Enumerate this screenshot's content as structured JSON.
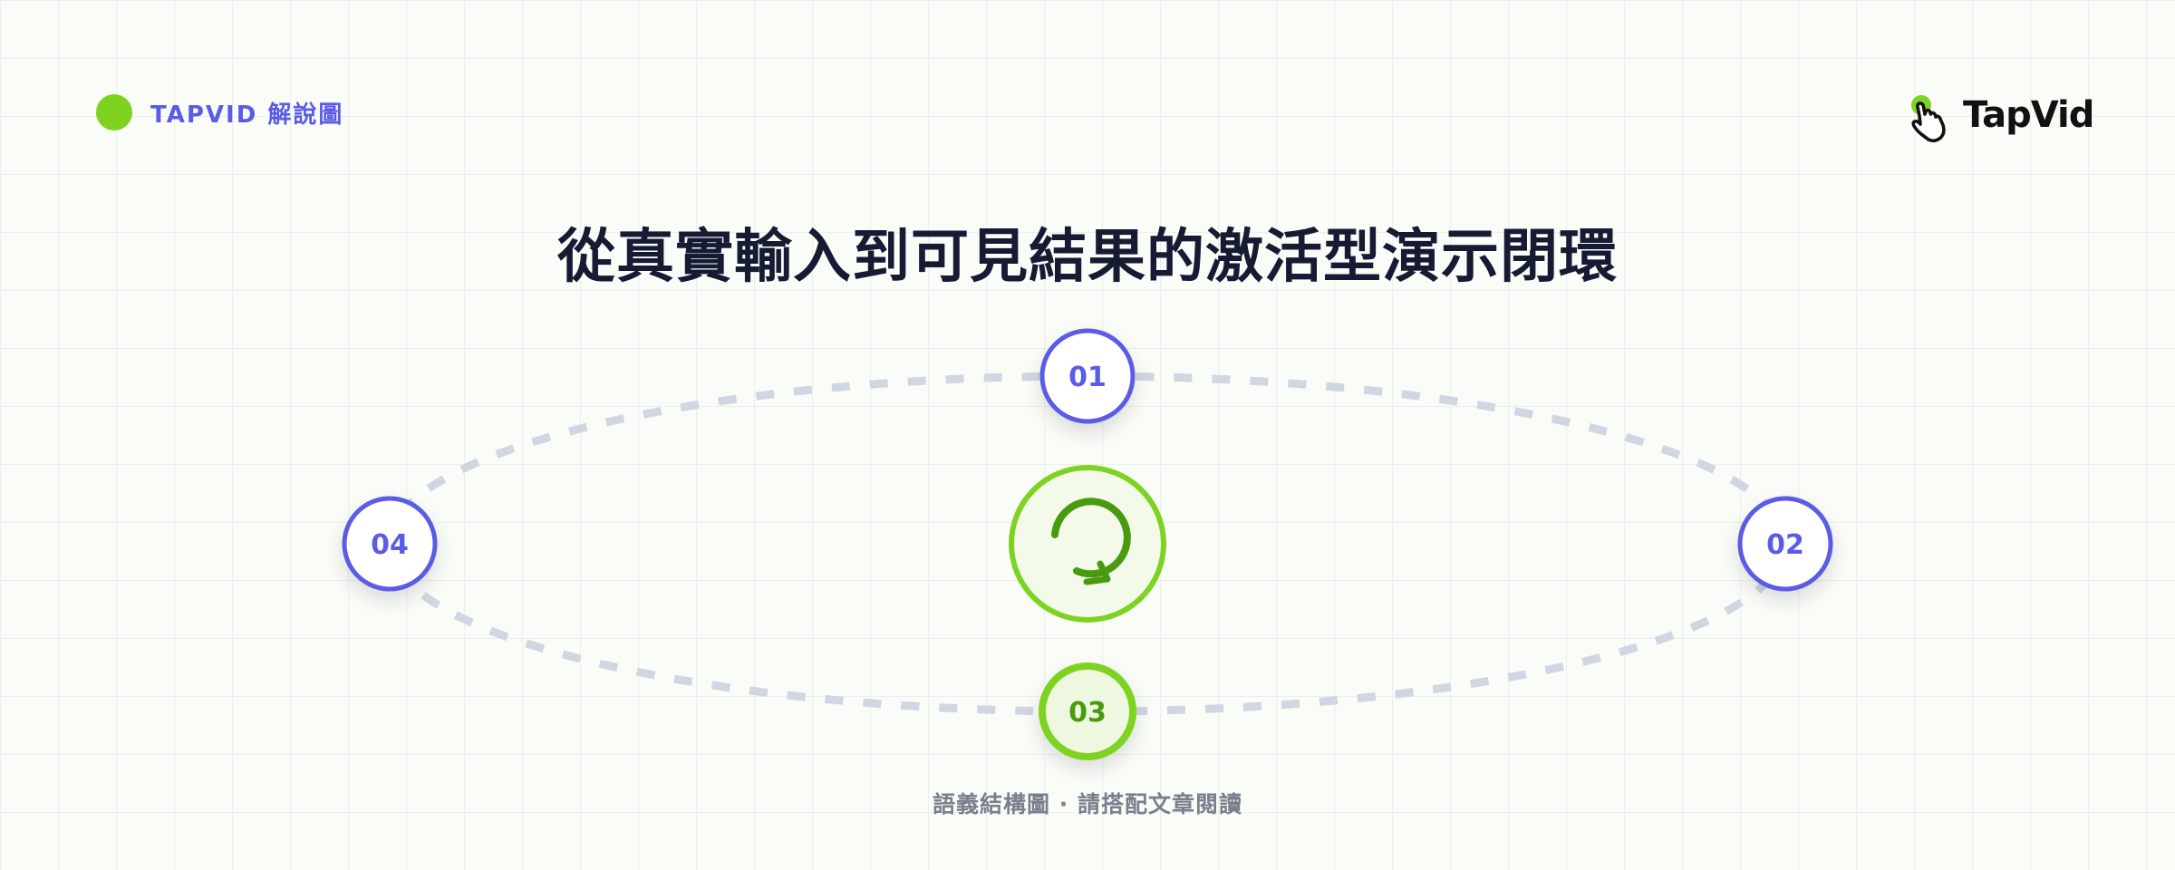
{
  "header": {
    "badge_label": "TAPVID 解說圖",
    "logo_text": "TapVid",
    "badge_color": "#7ed321"
  },
  "title": "從真實輸入到可見結果的激活型演示閉環",
  "diagram": {
    "center_icon": "refresh-cycle-icon",
    "steps": [
      {
        "label": "01",
        "highlight": false
      },
      {
        "label": "02",
        "highlight": false
      },
      {
        "label": "03",
        "highlight": true
      },
      {
        "label": "04",
        "highlight": false
      }
    ],
    "colors": {
      "accent_blue": "#5a5be6",
      "accent_green": "#7ed321",
      "dark_green": "#4a9a10",
      "loop_dash": "#d0d6e2"
    }
  },
  "footer": {
    "caption": "語義結構圖 · 請搭配文章閱讀"
  }
}
